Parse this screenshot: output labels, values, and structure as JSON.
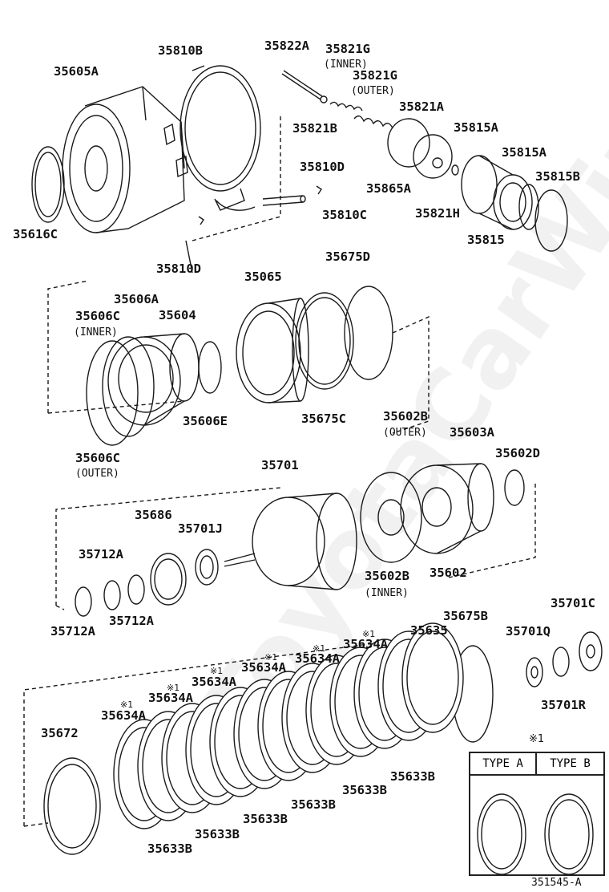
{
  "watermark": "ToyotaCarWire.ru",
  "reference_id": "351545-A",
  "type_table": {
    "note_mark": "※1",
    "type_a": "TYPE A",
    "type_b": "TYPE B"
  },
  "parts": [
    {
      "id": "p1",
      "label": "35605A"
    },
    {
      "id": "p2",
      "label": "35810B"
    },
    {
      "id": "p3",
      "label": "35822A"
    },
    {
      "id": "p4",
      "label": "35821G"
    },
    {
      "id": "p5",
      "label": "(INNER)"
    },
    {
      "id": "p6",
      "label": "35821G"
    },
    {
      "id": "p7",
      "label": "(OUTER)"
    },
    {
      "id": "p8",
      "label": "35821B"
    },
    {
      "id": "p9",
      "label": "35821A"
    },
    {
      "id": "p10",
      "label": "35815A"
    },
    {
      "id": "p11",
      "label": "35815A"
    },
    {
      "id": "p12",
      "label": "35815B"
    },
    {
      "id": "p13",
      "label": "35810D"
    },
    {
      "id": "p14",
      "label": "35865A"
    },
    {
      "id": "p15",
      "label": "35821H"
    },
    {
      "id": "p16",
      "label": "35810C"
    },
    {
      "id": "p17",
      "label": "35815"
    },
    {
      "id": "p18",
      "label": "35616C"
    },
    {
      "id": "p19",
      "label": "35810D"
    },
    {
      "id": "p20",
      "label": "35675D"
    },
    {
      "id": "p21",
      "label": "35065"
    },
    {
      "id": "p22",
      "label": "35606A"
    },
    {
      "id": "p23",
      "label": "35606C"
    },
    {
      "id": "p24",
      "label": "35604"
    },
    {
      "id": "p25",
      "label": "(INNER)"
    },
    {
      "id": "p26",
      "label": "35606E"
    },
    {
      "id": "p27",
      "label": "35675C"
    },
    {
      "id": "p28",
      "label": "35602B"
    },
    {
      "id": "p29",
      "label": "(OUTER)"
    },
    {
      "id": "p30",
      "label": "35603A"
    },
    {
      "id": "p31",
      "label": "35606C"
    },
    {
      "id": "p32",
      "label": "(OUTER)"
    },
    {
      "id": "p33",
      "label": "35602D"
    },
    {
      "id": "p34",
      "label": "35701"
    },
    {
      "id": "p35",
      "label": "35686"
    },
    {
      "id": "p36",
      "label": "35701J"
    },
    {
      "id": "p37",
      "label": "35712A"
    },
    {
      "id": "p38",
      "label": "35602B"
    },
    {
      "id": "p39",
      "label": "35602"
    },
    {
      "id": "p40",
      "label": "(INNER)"
    },
    {
      "id": "p41",
      "label": "35712A"
    },
    {
      "id": "p42",
      "label": "35712A"
    },
    {
      "id": "p43",
      "label": "35675B"
    },
    {
      "id": "p44",
      "label": "35701C"
    },
    {
      "id": "p45",
      "label": "35635"
    },
    {
      "id": "p46",
      "label": "35634A"
    },
    {
      "id": "p47",
      "label": "35701Q"
    },
    {
      "id": "p48",
      "label": "35634A"
    },
    {
      "id": "p49",
      "label": "35634A"
    },
    {
      "id": "p50",
      "label": "35634A"
    },
    {
      "id": "p51",
      "label": "35634A"
    },
    {
      "id": "p52",
      "label": "35634A"
    },
    {
      "id": "p53",
      "label": "35701R"
    },
    {
      "id": "p54",
      "label": "35672"
    },
    {
      "id": "p55",
      "label": "35633B"
    },
    {
      "id": "p56",
      "label": "35633B"
    },
    {
      "id": "p57",
      "label": "35633B"
    },
    {
      "id": "p58",
      "label": "35633B"
    },
    {
      "id": "p59",
      "label": "35633B"
    },
    {
      "id": "p60",
      "label": "35633B"
    }
  ],
  "note_marks": [
    "※1",
    "※1",
    "※1",
    "※1",
    "※1",
    "※1"
  ]
}
